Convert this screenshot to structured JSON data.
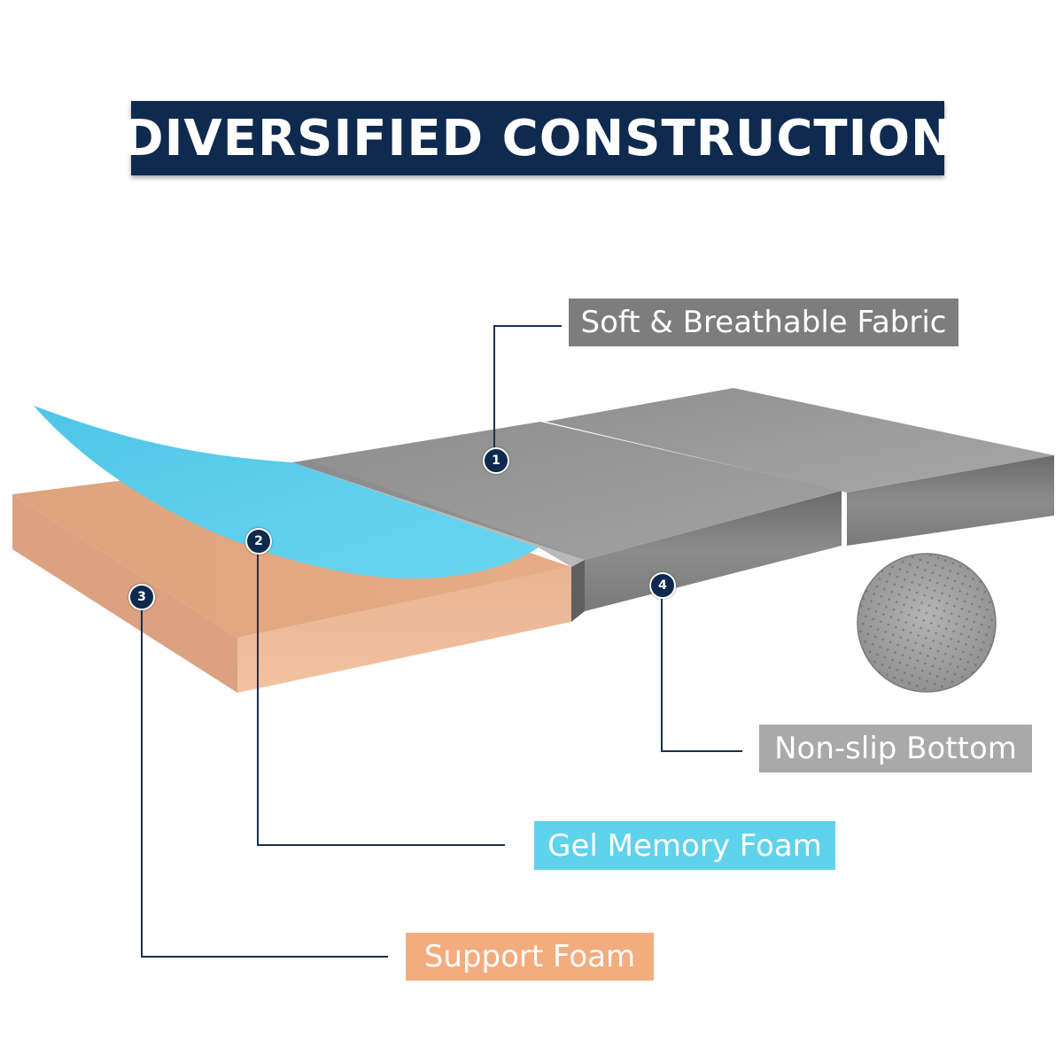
{
  "title": "DIVERSIFIED CONSTRUCTION",
  "layers": [
    {
      "number": "1",
      "label": "Soft & Breathable Fabric"
    },
    {
      "number": "2",
      "label": "Gel Memory Foam"
    },
    {
      "number": "3",
      "label": "Support Foam"
    },
    {
      "number": "4",
      "label": "Non-slip Bottom"
    }
  ],
  "colors": {
    "title_bg": "#0f2a4f",
    "fabric": "#7d7d7d",
    "gel": "#5fd2ec",
    "support": "#f3ac7e",
    "bottom": "#a9a9a9",
    "leader_line": "#1b2f52"
  }
}
